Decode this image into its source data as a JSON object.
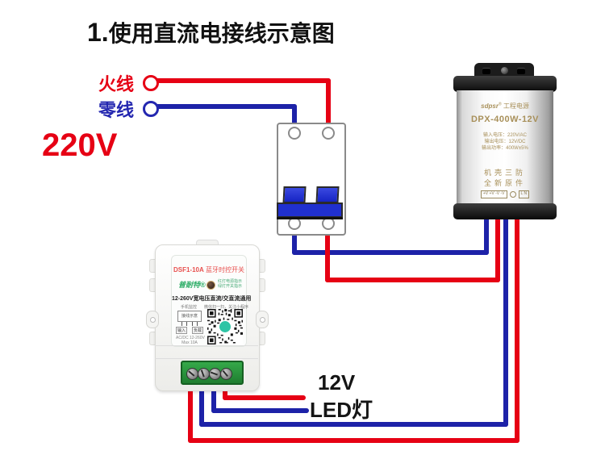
{
  "title": {
    "prefix": "1.",
    "text": "使用直流电接线示意图"
  },
  "input": {
    "live": "火线",
    "neutral": "零线",
    "voltage": "220V"
  },
  "output": {
    "voltage": "12V",
    "load": "LED灯"
  },
  "colors": {
    "live_wire": "#e60014",
    "neutral_wire": "#1d22a8",
    "breaker_handle": "#2030cf",
    "terminal_block_green": "#2f9e44",
    "qr_center_teal": "#2ec4a5",
    "psu_print_gold": "#a8905a",
    "timer_brand_green": "#2fae68",
    "timer_title_red": "#e8504e"
  },
  "power_supply": {
    "brand": "sdpsr",
    "reg": "®",
    "brand_suffix": "工程电源",
    "model": "DPX-400W-12V",
    "spec_lines": [
      "输入电压：220V/AC",
      "输出电压：12V/DC",
      "输出功率：400W±5%"
    ],
    "note_lines": [
      "机壳三防",
      "全新原件"
    ],
    "terminal_label_left": "+V +V -V -V",
    "terminal_label_right": "L N"
  },
  "timer": {
    "model": "DSF1-10A",
    "product_name": "蓝牙时控开关",
    "brand": "普耐特®",
    "indicator_notes": [
      "红灯电源指示",
      "绿灯开关指示"
    ],
    "subtitle": "12-260V宽电压直流/交直流通用",
    "mini_diagram": {
      "caption": "手机监控",
      "box_label": "接线示意",
      "input_label": "输入",
      "load_label": "负载",
      "spec_line1": "AC/DC 12-260V",
      "spec_line2": "Max 10A"
    },
    "qr_caption": "微信扫一扫，关注小程序"
  }
}
